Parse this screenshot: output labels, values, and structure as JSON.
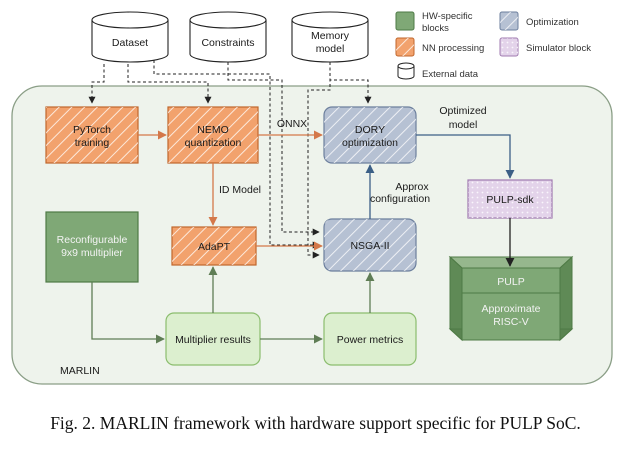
{
  "legend": {
    "hw": "HW-specific",
    "hw2": "blocks",
    "nn": "NN processing",
    "opt": "Optimization",
    "sim": "Simulator block",
    "ext": "External data"
  },
  "external": {
    "dataset": "Dataset",
    "constraints": "Constraints",
    "memory1": "Memory",
    "memory2": "model"
  },
  "framework": {
    "name": "MARLIN"
  },
  "blocks": {
    "pytorch1": "PyTorch",
    "pytorch2": "training",
    "nemo1": "NEMO",
    "nemo2": "quantization",
    "dory1": "DORY",
    "dory2": "optimization",
    "adapt": "AdaPT",
    "nsga": "NSGA-II",
    "mult1": "Reconfigurable",
    "mult2": "9x9 multiplier",
    "multres": "Multiplier results",
    "power": "Power metrics",
    "pulpsdk": "PULP-sdk",
    "pulp": "PULP",
    "riscv1": "Approximate",
    "riscv2": "RISC-V"
  },
  "edges": {
    "onnx": "ONNX",
    "idmodel": "ID Model",
    "approx1": "Approx",
    "approx2": "configuration",
    "optmodel1": "Optimized",
    "optmodel2": "model"
  },
  "caption": "Fig. 2.   MARLIN framework with hardware support specific for PULP SoC.",
  "colors": {
    "nn_fill": "#f2a26d",
    "nn_stroke": "#c0662c",
    "opt_fill": "#b6c1d3",
    "opt_stroke": "#6c7f9d",
    "sim_fill": "#e3d3ea",
    "sim_stroke": "#a07bb0",
    "hw_fill": "#7fa876",
    "hw_stroke": "#4e7a45",
    "res_fill": "#dcefcf",
    "res_stroke": "#8bbd6e",
    "frame_fill": "#eef3ec"
  }
}
